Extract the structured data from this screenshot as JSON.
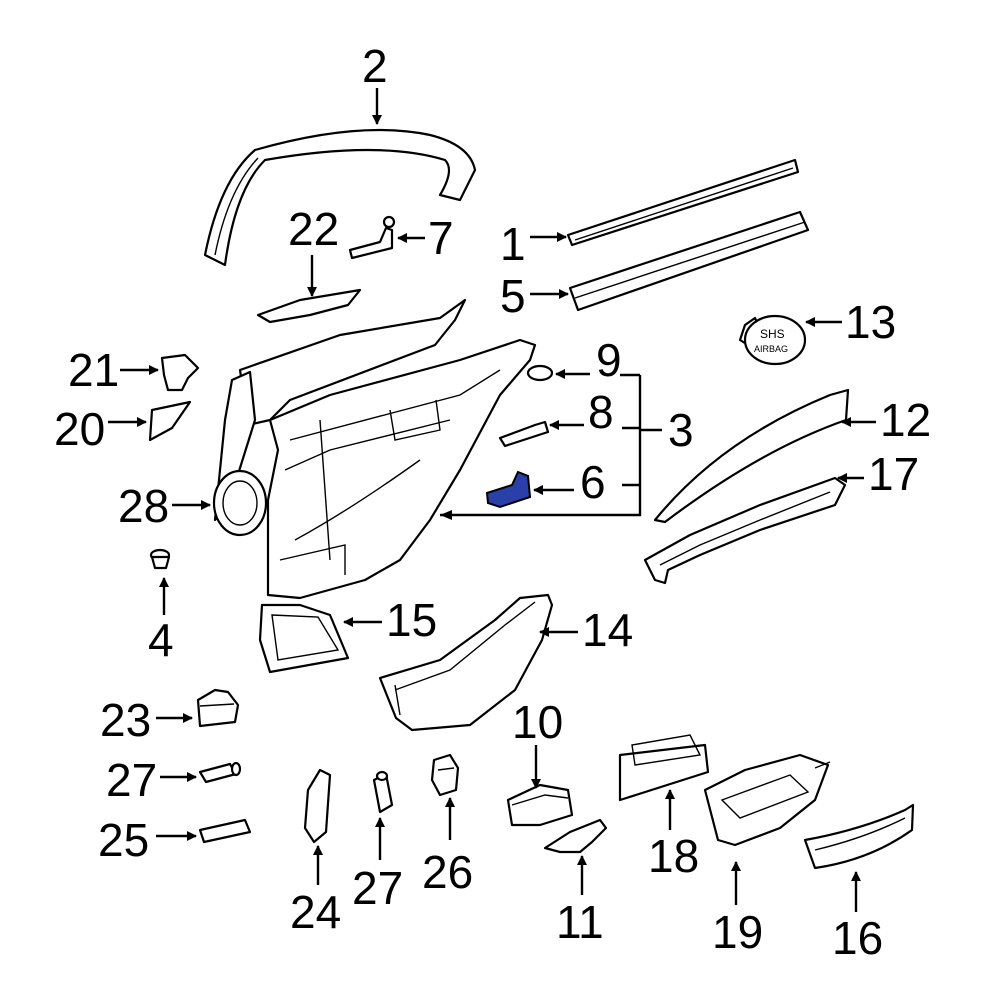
{
  "callouts": {
    "c1": "1",
    "c2": "2",
    "c3": "3",
    "c4": "4",
    "c5": "5",
    "c6": "6",
    "c7": "7",
    "c8": "8",
    "c9": "9",
    "c10": "10",
    "c11": "11",
    "c12": "12",
    "c13": "13",
    "c14": "14",
    "c15": "15",
    "c16": "16",
    "c17": "17",
    "c18": "18",
    "c19": "19",
    "c20": "20",
    "c21": "21",
    "c22": "22",
    "c23": "23",
    "c24": "24",
    "c25": "25",
    "c26": "26",
    "c27a": "27",
    "c27b": "27",
    "c28": "28"
  },
  "badge": {
    "line1": "SHS",
    "line2": "AIRBAG"
  },
  "highlight_color": "#2a3fa8"
}
